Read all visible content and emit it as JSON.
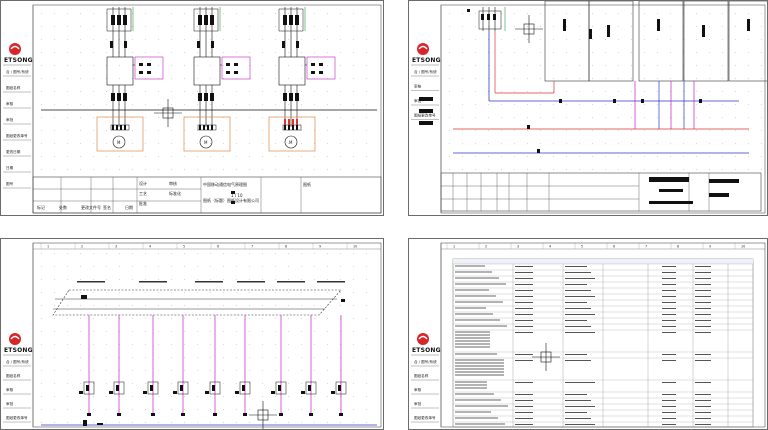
{
  "brand": {
    "logo_text": "ETSONG",
    "logo_color": "#d7262a"
  },
  "colors": {
    "line_black": "#111111",
    "line_red": "#d33",
    "line_blue": "#2b39c9",
    "line_magenta": "#c21fc0",
    "line_orange": "#e08a4a",
    "line_green": "#2a9d3c",
    "grid_dot": "#bfbfbf"
  },
  "panels": [
    {
      "id": "panel-1",
      "sidebar": [
        "合 / 图号/系统",
        "图纸名称",
        "审核",
        "审批",
        "图纸更改单号",
        "更改日期",
        "日期",
        "图号"
      ],
      "title_block": {
        "project": "中国移动通信电气原理图",
        "doc": "图纸",
        "sheet": "1 / 10",
        "company": "图纸（标题）图纸设计有限公司",
        "labels": [
          "标记",
          "处数",
          "更改文件号",
          "签名",
          "日期",
          "设计",
          "审核",
          "工艺",
          "标准化",
          "批准"
        ]
      }
    },
    {
      "id": "panel-2",
      "sidebar": [
        "合 / 图号/系统",
        "审核",
        "审批",
        "图纸更改单号"
      ]
    },
    {
      "id": "panel-3",
      "sidebar": [
        "合 / 图号/系统",
        "图纸名称",
        "审核",
        "审批",
        "图纸更改单号"
      ],
      "column_numbers": [
        "1",
        "2",
        "3",
        "4",
        "5",
        "6",
        "7",
        "8",
        "9",
        "10"
      ]
    },
    {
      "id": "panel-4",
      "sidebar": [
        "合 / 图号/系统",
        "图纸名称",
        "审核",
        "审批",
        "图纸更改单号"
      ],
      "column_numbers": [
        "1",
        "2",
        "3",
        "4",
        "5",
        "6",
        "7",
        "8",
        "9",
        "10"
      ]
    }
  ]
}
